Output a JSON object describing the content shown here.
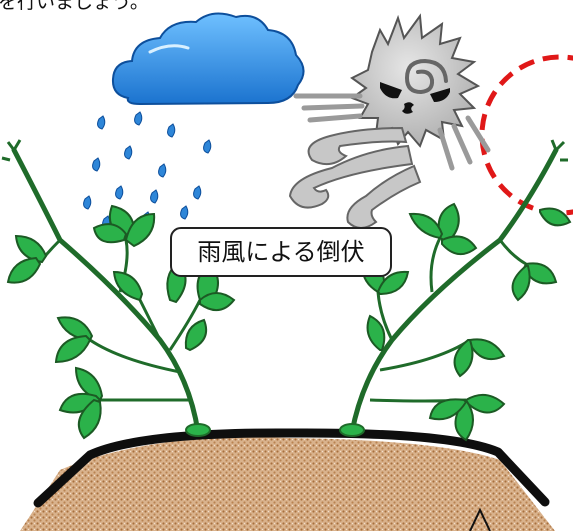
{
  "header_text_fragment": "を行いましょう。",
  "caption_label": "雨風による倒伏",
  "scene": {
    "elements": [
      "rain-cloud",
      "raindrops",
      "wind-character",
      "sun-outline",
      "bent-plants",
      "soil-mound",
      "mulch-film"
    ],
    "colors": {
      "cloud": "#2f8fe0",
      "raindrop": "#2e86d8",
      "wind_face": "#c7c7c7",
      "sun_dash": "#e01818",
      "leaf": "#2bb24a",
      "stem": "#1f6b2a",
      "mulch": "#0e0e0e",
      "soil": "#c79a73"
    }
  }
}
